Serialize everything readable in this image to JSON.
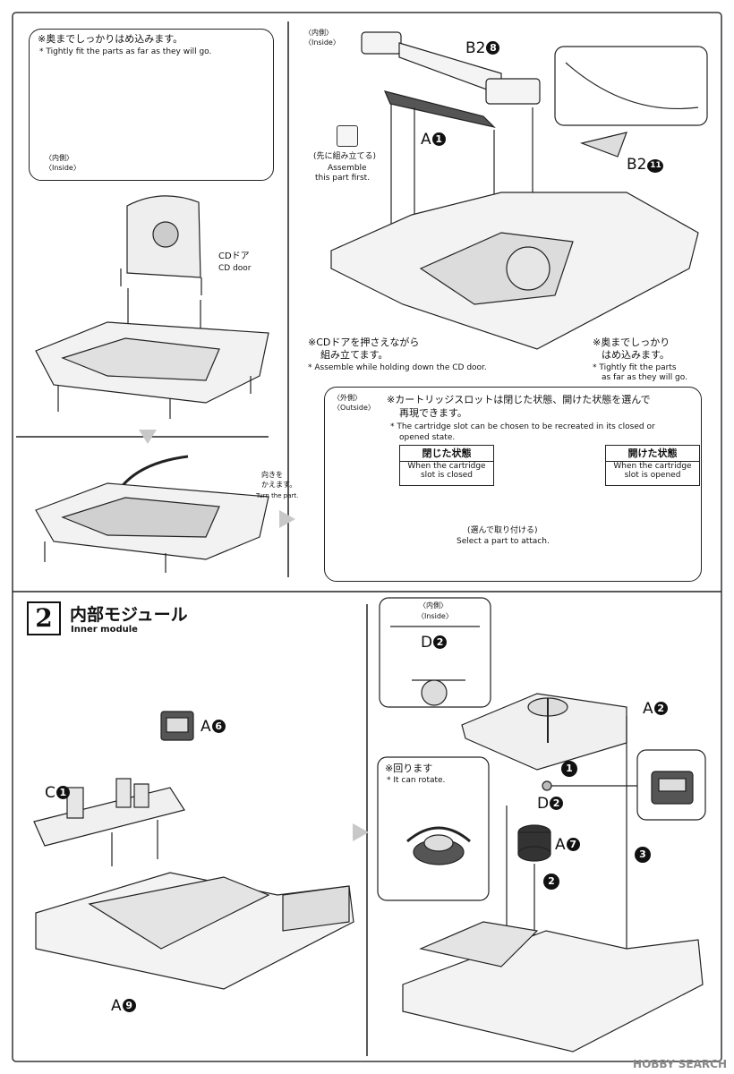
{
  "step1": {
    "note_tight": "※奥までしっかりはめ込みます。",
    "note_tight_en": "* Tightly fit the parts as far as they will go.",
    "inside_jp": "〈内側〉",
    "inside_en": "〈Inside〉",
    "cd_door_jp": "CDドア",
    "cd_door_en": "CD door",
    "turn_jp_1": "向きを",
    "turn_jp_2": "かえます。",
    "turn_en": "Turn the part.",
    "inside2_jp": "〈内側〉",
    "inside2_en": "〈Inside〉",
    "label_b2_8": "B2",
    "num_8": "8",
    "label_a1": "A",
    "num_1": "1",
    "label_b2_11": "B2",
    "num_11": "11",
    "assemble_first_jp": "(先に組み立てる)",
    "assemble_first_en_1": "Assemble",
    "assemble_first_en_2": "this part first.",
    "hold_cd_jp_1": "※CDドアを押さえながら",
    "hold_cd_jp_2": "組み立てます。",
    "hold_cd_en": "* Assemble while holding down the CD door.",
    "tight2_jp_1": "※奥までしっかり",
    "tight2_jp_2": "はめ込みます。",
    "tight2_en_1": "* Tightly fit the parts",
    "tight2_en_2": "as far as they will go."
  },
  "outside_box": {
    "outside_jp": "〈外側〉",
    "outside_en": "〈Outside〉",
    "note_jp_1": "※カートリッジスロットは閉じた状態、開けた状態を選んで",
    "note_jp_2": "再現できます。",
    "note_en_1": "* The cartridge slot can be chosen to be recreated in its closed or",
    "note_en_2": "opened state.",
    "closed_jp": "閉じた状態",
    "closed_en_1": "When the cartridge",
    "closed_en_2": "slot is closed",
    "opened_jp": "開けた状態",
    "opened_en_1": "When the cartridge",
    "opened_en_2": "slot is opened",
    "select_jp": "(選んで取り付ける)",
    "select_en": "Select a part to attach."
  },
  "step2": {
    "number": "2",
    "title_jp": "内部モジュール",
    "title_en": "Inner module",
    "label_a6": "A",
    "num_a6": "6",
    "label_c1": "C",
    "num_c1": "1",
    "label_a9": "A",
    "num_a9": "9",
    "inside_jp": "〈内側〉",
    "inside_en": "〈Inside〉",
    "label_d2_top": "D",
    "num_d2_top": "2",
    "label_a2": "A",
    "num_a2": "2",
    "label_d2": "D",
    "num_d2": "2",
    "rotate_jp": "※回ります",
    "rotate_en": "* It can rotate.",
    "label_a7": "A",
    "num_a7": "7",
    "seq_1": "1",
    "seq_2": "2",
    "seq_3": "3"
  },
  "watermark": "HOBBY SEARCH"
}
